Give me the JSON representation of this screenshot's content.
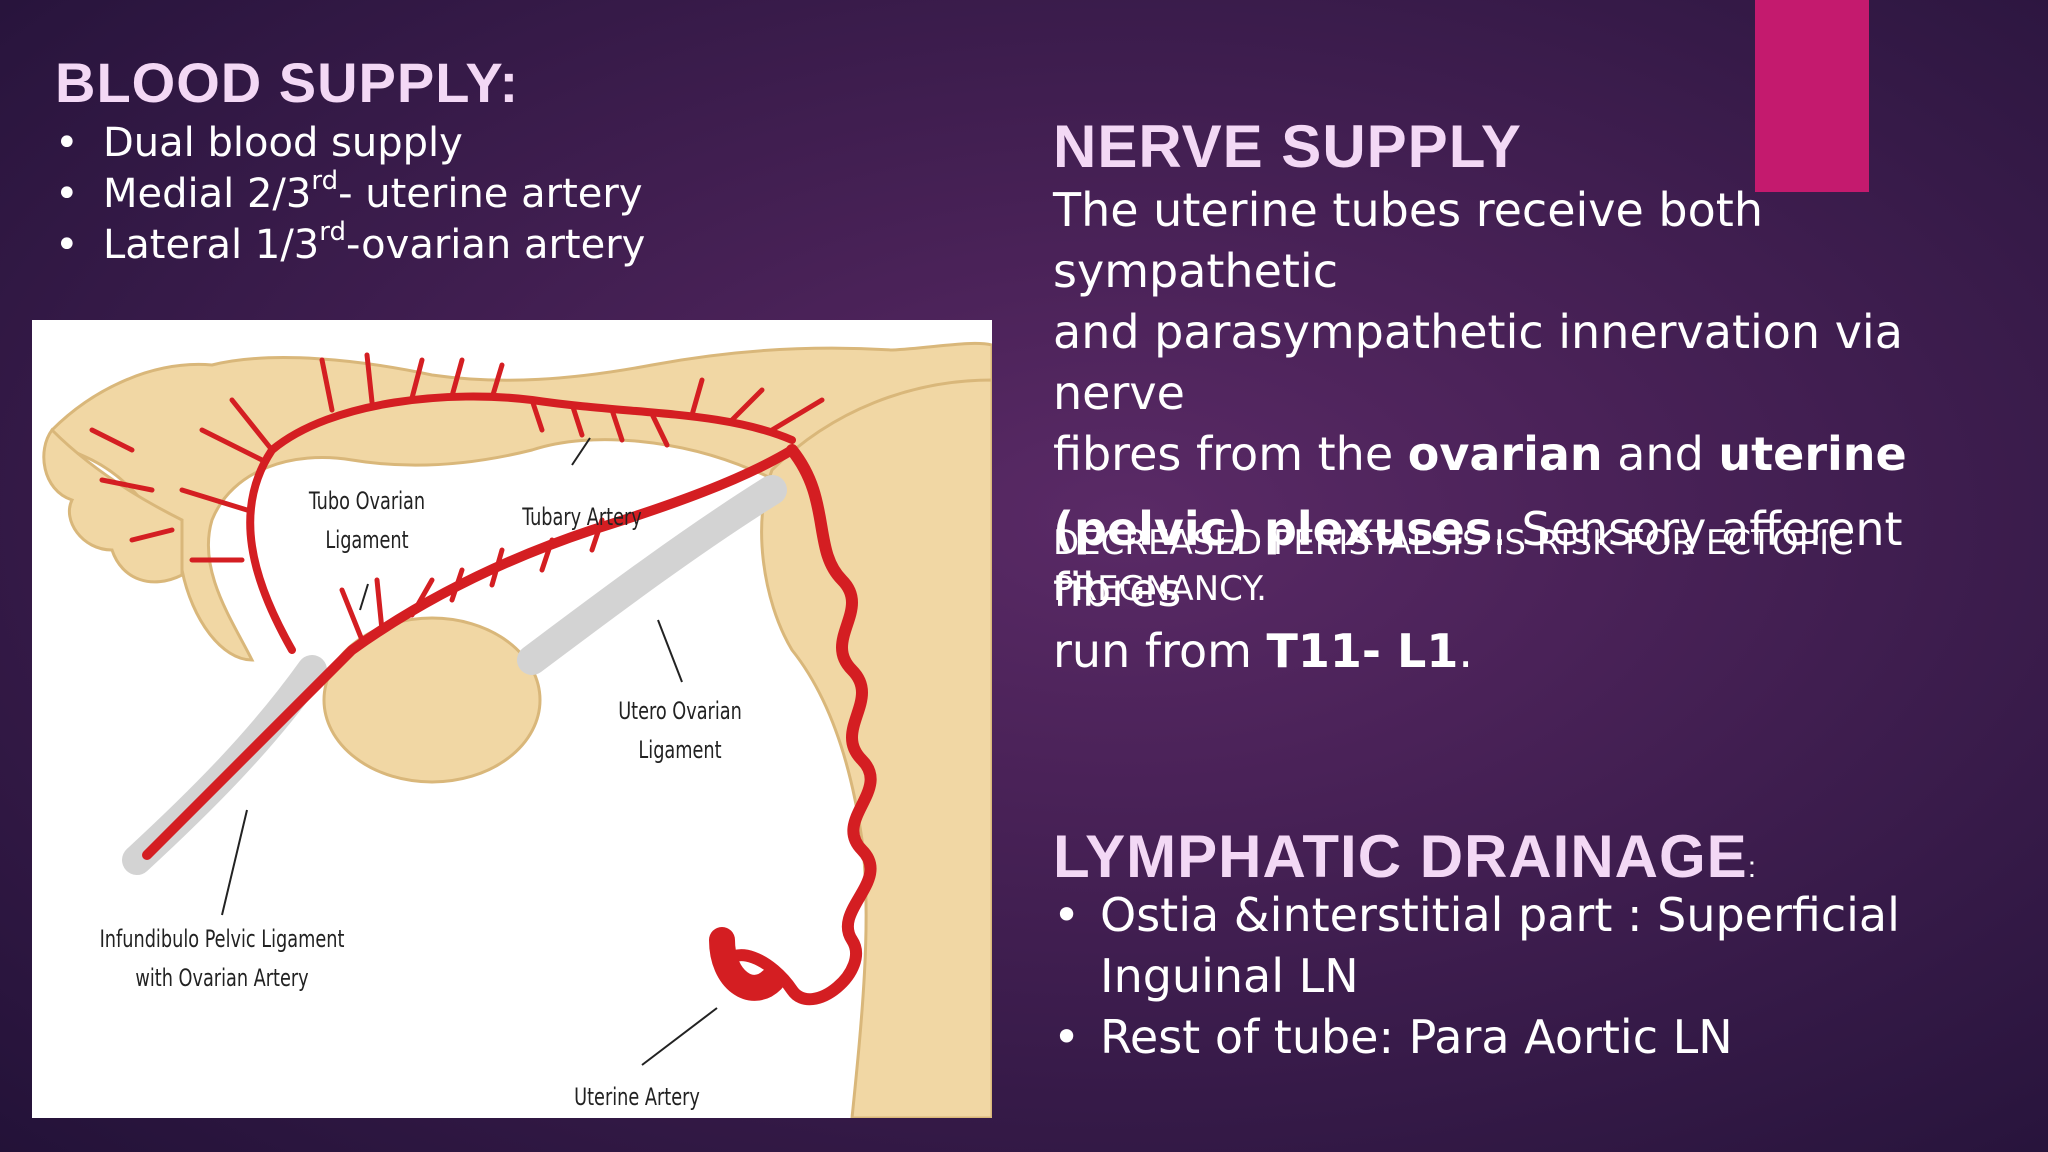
{
  "blood_supply": {
    "title": "BLOOD SUPPLY:",
    "items": [
      {
        "text": "Dual blood supply"
      },
      {
        "pre": "Medial 2/3",
        "sup": "rd",
        "post": "- uterine artery"
      },
      {
        "pre": "Lateral 1/3",
        "sup": "rd",
        "post": "-ovarian artery"
      }
    ]
  },
  "figure": {
    "labels": {
      "tubo_ovarian": [
        "Tubo Ovarian",
        "Ligament"
      ],
      "tubary_artery": "Tubary Artery",
      "utero_ovarian": [
        "Utero Ovarian",
        "Ligament"
      ],
      "infundibulo": [
        "Infundibulo Pelvic Ligament",
        "with Ovarian Artery"
      ],
      "uterine_artery": "Uterine Artery"
    },
    "colors": {
      "artery": "#d41e22",
      "tissue": "#f1d7a4",
      "tissue_edge": "#d9b77a",
      "ligament": "#d3d3d3"
    }
  },
  "nerve_supply": {
    "title": "NERVE SUPPLY",
    "line1": "The uterine tubes receive both sympathetic",
    "line2": "and parasympathetic innervation via nerve",
    "line3_pre": "fibres from the ",
    "ovarian": "ovarian",
    "and": " and ",
    "uterine": "uterine",
    "pelvic": "(pelvic) plexuses",
    "sensory": ". Sensory afferent fibres",
    "run_from": "run from ",
    "t11": "T11- L1",
    "period": "."
  },
  "warning": "DECREASED PERISTALSIS IS RISK FOR ECTOPIC PREGNANCY.",
  "lymphatic": {
    "title": "LYMPHATIC DRAINAGE",
    "colon": ":",
    "items": [
      "Ostia &interstitial part : Superficial Inguinal LN",
      "Rest of tube: Para Aortic LN"
    ]
  },
  "bullet": "•",
  "accent_color": "#c41a6e",
  "title_color": "#f3d8f5"
}
